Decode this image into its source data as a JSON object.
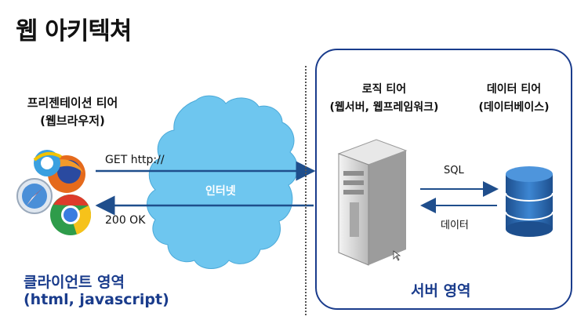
{
  "title": "웹 아키텍쳐",
  "client": {
    "tier_title": "프리젠테이션 티어",
    "tier_sub": "(웹브라우저)",
    "area_line1": "클라이언트 영역",
    "area_line2": "(html, javascript)"
  },
  "network": {
    "request_label": "GET http://",
    "response_label": "200 OK",
    "cloud_label": "인터넷"
  },
  "server": {
    "logic_title": "로직 티어",
    "logic_sub": "(웹서버, 웹프레임워크)",
    "data_title": "데이터 티어",
    "data_sub": "(데이터베이스)",
    "sql_label": "SQL",
    "data_label": "데이터",
    "area_label": "서버 영역"
  },
  "colors": {
    "arrow": "#1f4e8c",
    "cloud": "#6ec6ef",
    "server_border": "#1a3c8c",
    "database": "#2e6fb5"
  },
  "icons": [
    "browser-icons",
    "cloud-icon",
    "server-icon",
    "database-icon"
  ]
}
